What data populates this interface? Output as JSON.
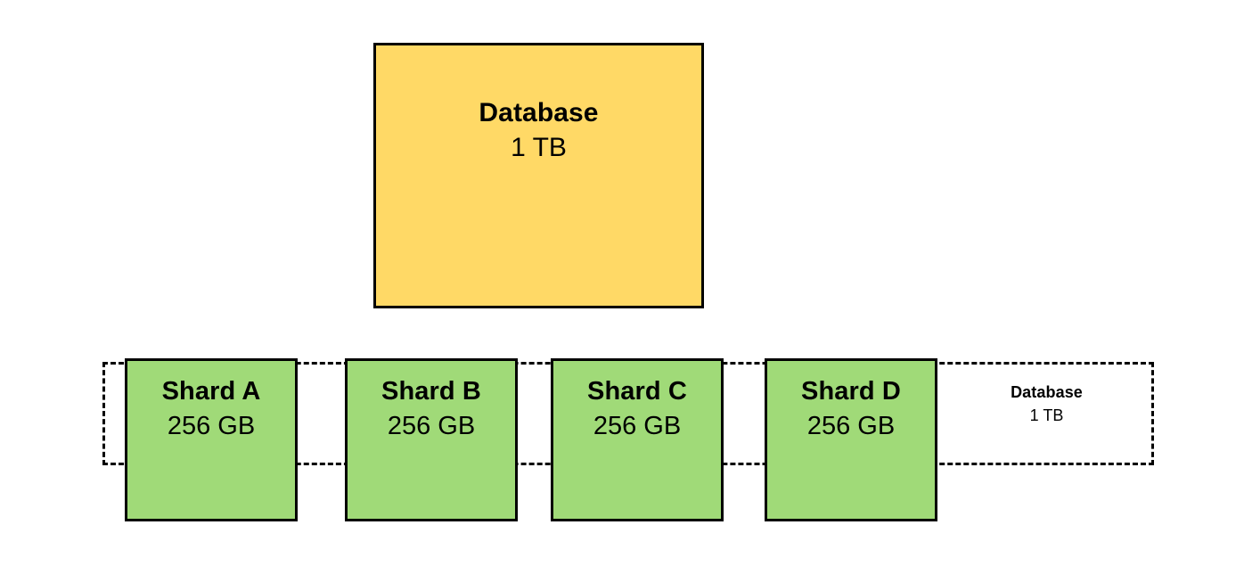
{
  "diagram": {
    "type": "database-sharding",
    "background": "#ffffff",
    "colors": {
      "database_fill": "#ffd966",
      "shard_fill": "#a0da78",
      "stroke": "#000000"
    },
    "database_node": {
      "title": "Database",
      "subtitle": "1 TB"
    },
    "shards": [
      {
        "title": "Shard A",
        "subtitle": "256 GB"
      },
      {
        "title": "Shard B",
        "subtitle": "256 GB"
      },
      {
        "title": "Shard C",
        "subtitle": "256 GB"
      },
      {
        "title": "Shard D",
        "subtitle": "256 GB"
      }
    ],
    "group": {
      "title": "Database",
      "subtitle": "1 TB"
    }
  }
}
